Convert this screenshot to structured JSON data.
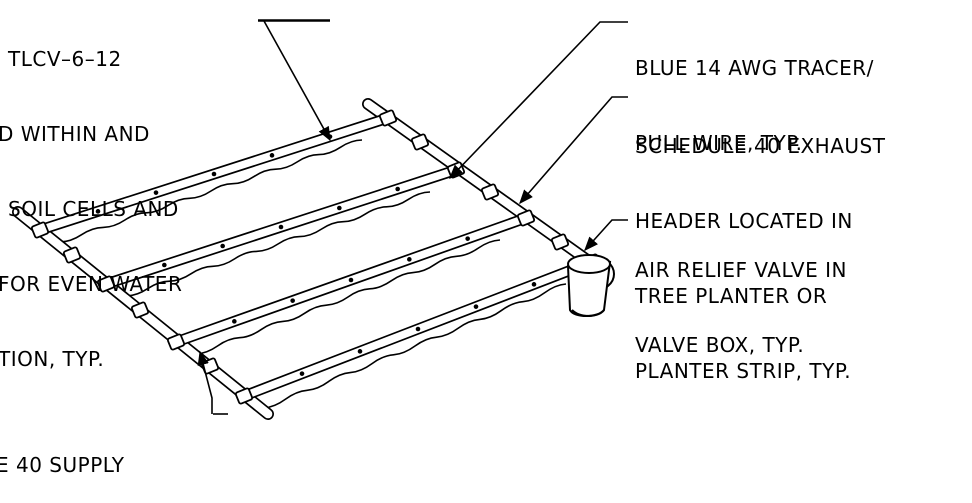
{
  "drawing": {
    "notes": [
      {
        "id": "lateral-note",
        "lines": [
          "TLCV–6–12",
          "D WITHIN AND",
          "SOIL CELLS AND",
          "FOR EVEN WATER",
          "TION, TYP."
        ]
      },
      {
        "id": "tracer-note",
        "lines": [
          "BLUE 14 AWG TRACER/",
          "PULL WIRE, TYP."
        ]
      },
      {
        "id": "exhaust-note",
        "lines": [
          "SCHEDULE 40 EXHAUST",
          "HEADER LOCATED IN",
          "TREE PLANTER OR",
          "PLANTER STRIP, TYP."
        ]
      },
      {
        "id": "valve-note",
        "lines": [
          "AIR RELIEF VALVE IN",
          "VALVE BOX, TYP."
        ]
      },
      {
        "id": "supply-note",
        "lines": [
          "E 40 SUPPLY"
        ]
      }
    ]
  }
}
